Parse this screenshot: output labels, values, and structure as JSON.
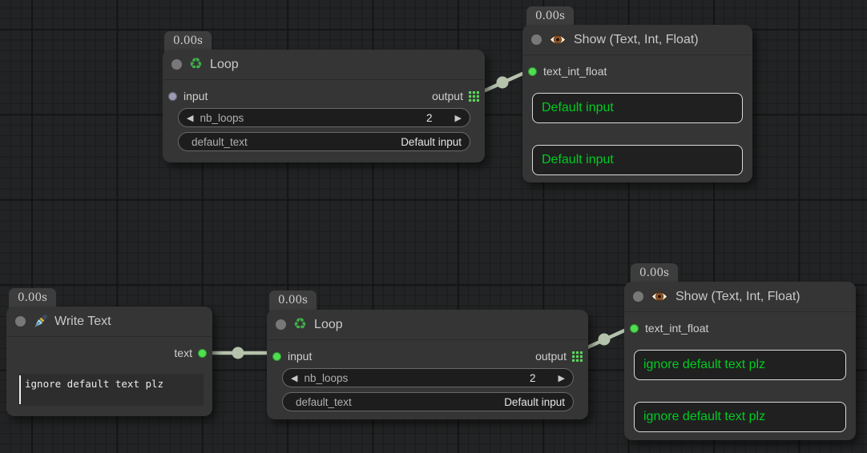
{
  "colors": {
    "wire": "#b5c2ac",
    "slot_green": "#4fe04f",
    "slot_grey": "#9a9ab5",
    "value_green": "#00cc22",
    "recycle_green": "#3fae49",
    "node_bg": "#353535"
  },
  "icons": {
    "recycle": "♻",
    "stepper_left": "◀",
    "stepper_right": "▶"
  },
  "nodes": {
    "loop_top": {
      "badge": "0.00s",
      "title": "Loop",
      "input_label": "input",
      "output_label": "output",
      "widgets": {
        "nb_loops": {
          "name": "nb_loops",
          "value": "2"
        },
        "default_text": {
          "name": "default_text",
          "value": "Default input"
        }
      }
    },
    "show_top": {
      "badge": "0.00s",
      "title": "Show (Text, Int, Float)",
      "input_label": "text_int_float",
      "values": [
        "Default input",
        "Default input"
      ]
    },
    "write_text": {
      "badge": "0.00s",
      "title": "Write Text",
      "output_label": "text",
      "textarea_value": "ignore default text plz"
    },
    "loop_bottom": {
      "badge": "0.00s",
      "title": "Loop",
      "input_label": "input",
      "output_label": "output",
      "widgets": {
        "nb_loops": {
          "name": "nb_loops",
          "value": "2"
        },
        "default_text": {
          "name": "default_text",
          "value": "Default input"
        }
      }
    },
    "show_bottom": {
      "badge": "0.00s",
      "title": "Show (Text, Int, Float)",
      "input_label": "text_int_float",
      "values": [
        "ignore default text plz",
        "ignore default text plz"
      ]
    }
  }
}
